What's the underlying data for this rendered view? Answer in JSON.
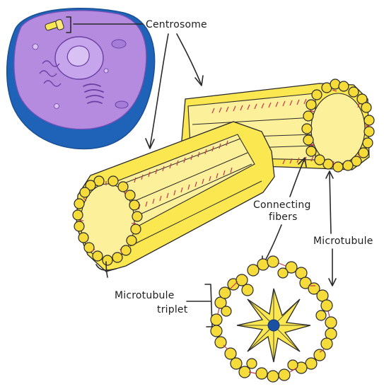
{
  "labels": {
    "centrosome": "Centrosome",
    "connecting_fibers_line1": "Connecting",
    "connecting_fibers_line2": "fibers",
    "microtubule": "Microtubule",
    "microtubule_triplet_line1": "Microtubule",
    "microtubule_triplet_line2": "triplet"
  },
  "colors": {
    "cell_outer": "#1f63b8",
    "cell_inner": "#b58be0",
    "nucleus": "#c7a5ec",
    "tube_yellow": "#fbe74f",
    "fiber_red": "#c2344d",
    "hub_blue": "#1b4fa3"
  }
}
